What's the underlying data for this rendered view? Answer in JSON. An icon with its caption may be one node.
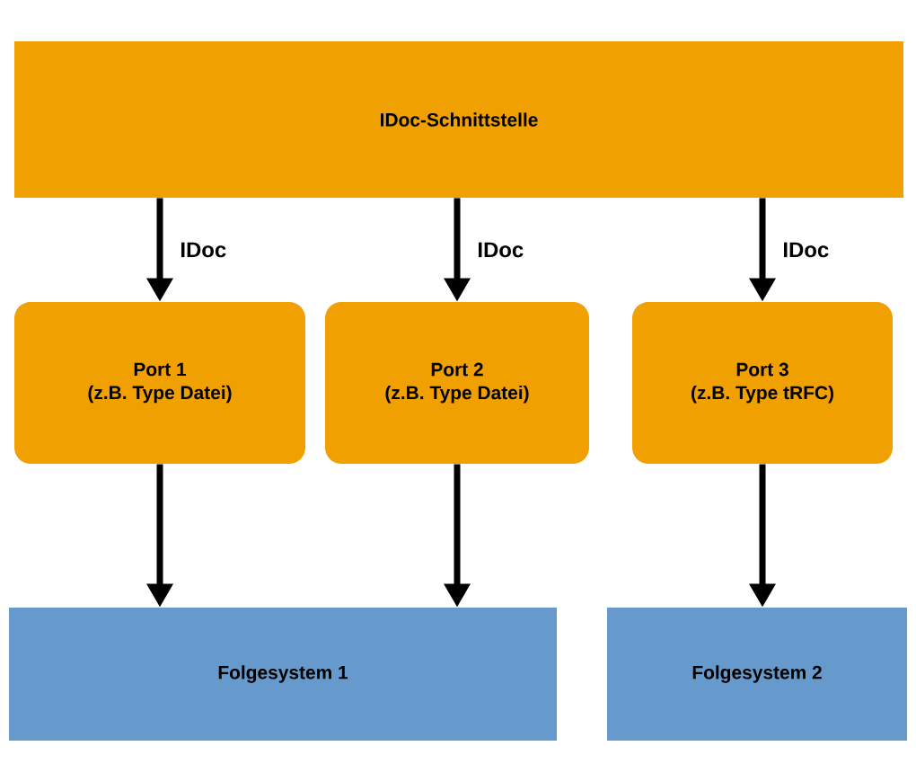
{
  "diagram": {
    "nodes": [
      {
        "text": [
          "IDoc-Schnittstelle"
        ]
      },
      {
        "text": [
          "Port 1",
          "(z.B. Type Datei)"
        ]
      },
      {
        "text": [
          "Port 2",
          "(z.B. Type Datei)"
        ]
      },
      {
        "text": [
          "Port 3",
          "(z.B. Type tRFC)"
        ]
      },
      {
        "text": [
          "Folgesystem 1"
        ]
      },
      {
        "text": [
          "Folgesystem 2"
        ]
      }
    ],
    "edges": [
      {
        "from": 0,
        "to": 1,
        "arrow": "to",
        "label": "IDoc"
      },
      {
        "from": 0,
        "to": 2,
        "arrow": "to",
        "label": "IDoc"
      },
      {
        "from": 0,
        "to": 3,
        "arrow": "to",
        "label": "IDoc"
      },
      {
        "from": 1,
        "to": 4,
        "arrow": "to"
      },
      {
        "from": 2,
        "to": 4,
        "arrow": "to"
      },
      {
        "from": 3,
        "to": 5,
        "arrow": "to"
      }
    ]
  }
}
